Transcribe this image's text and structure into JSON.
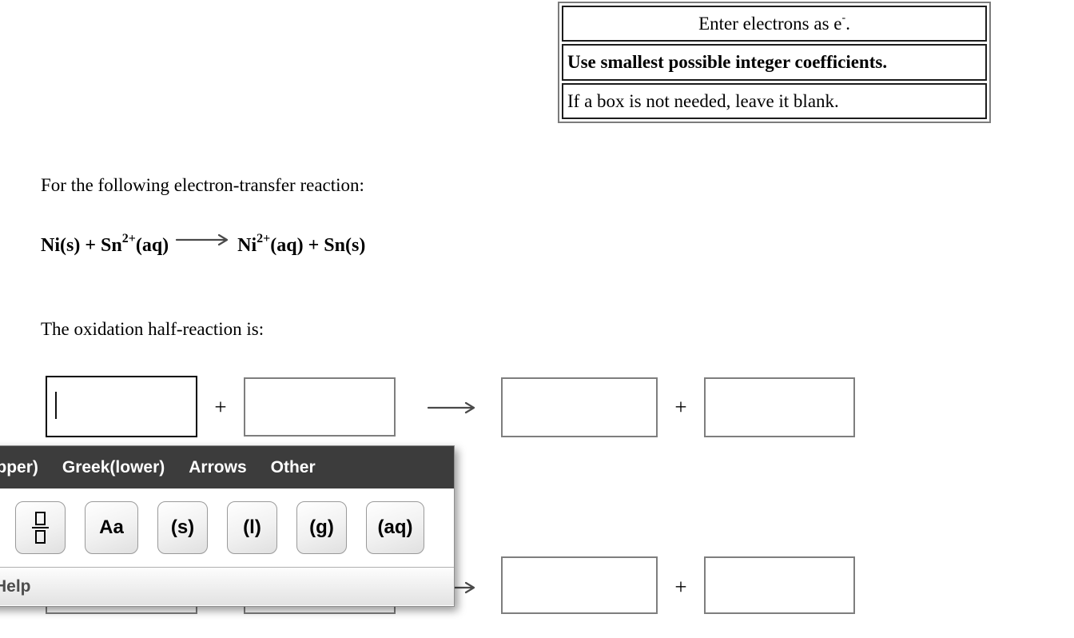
{
  "instructions_box": {
    "row1": {
      "pre": "Enter electrons as e",
      "sup": "-",
      "post": "."
    },
    "row2": "Use smallest possible integer coefficients.",
    "row3": "If a box is not needed, leave it blank."
  },
  "prompt": "For the following electron-transfer reaction:",
  "equation": {
    "p1": "Ni(s) + Sn",
    "p1_sup": "2+",
    "p2": "(aq)",
    "p3": "Ni",
    "p3_sup": "2+",
    "p4": "(aq) + Sn(s)"
  },
  "section_label": "The oxidation half-reaction is:",
  "symbols": {
    "plus": "+"
  },
  "toolbar": {
    "tabs": [
      "Greek(upper)",
      "Greek(lower)",
      "Arrows",
      "Other"
    ],
    "buttons": {
      "letter": "Aa",
      "solid": "(s)",
      "liquid": "(l)",
      "gas": "(g)",
      "aqueous": "(aq)"
    },
    "help": "Help"
  },
  "colors": {
    "tabbar_bg": "#3c3c3c",
    "tab_text": "#ffffff",
    "button_border": "#9a9a9a",
    "box_border": "#7e7e7e",
    "focused_box_border": "#000000",
    "arrow": "#4a4a4a"
  }
}
